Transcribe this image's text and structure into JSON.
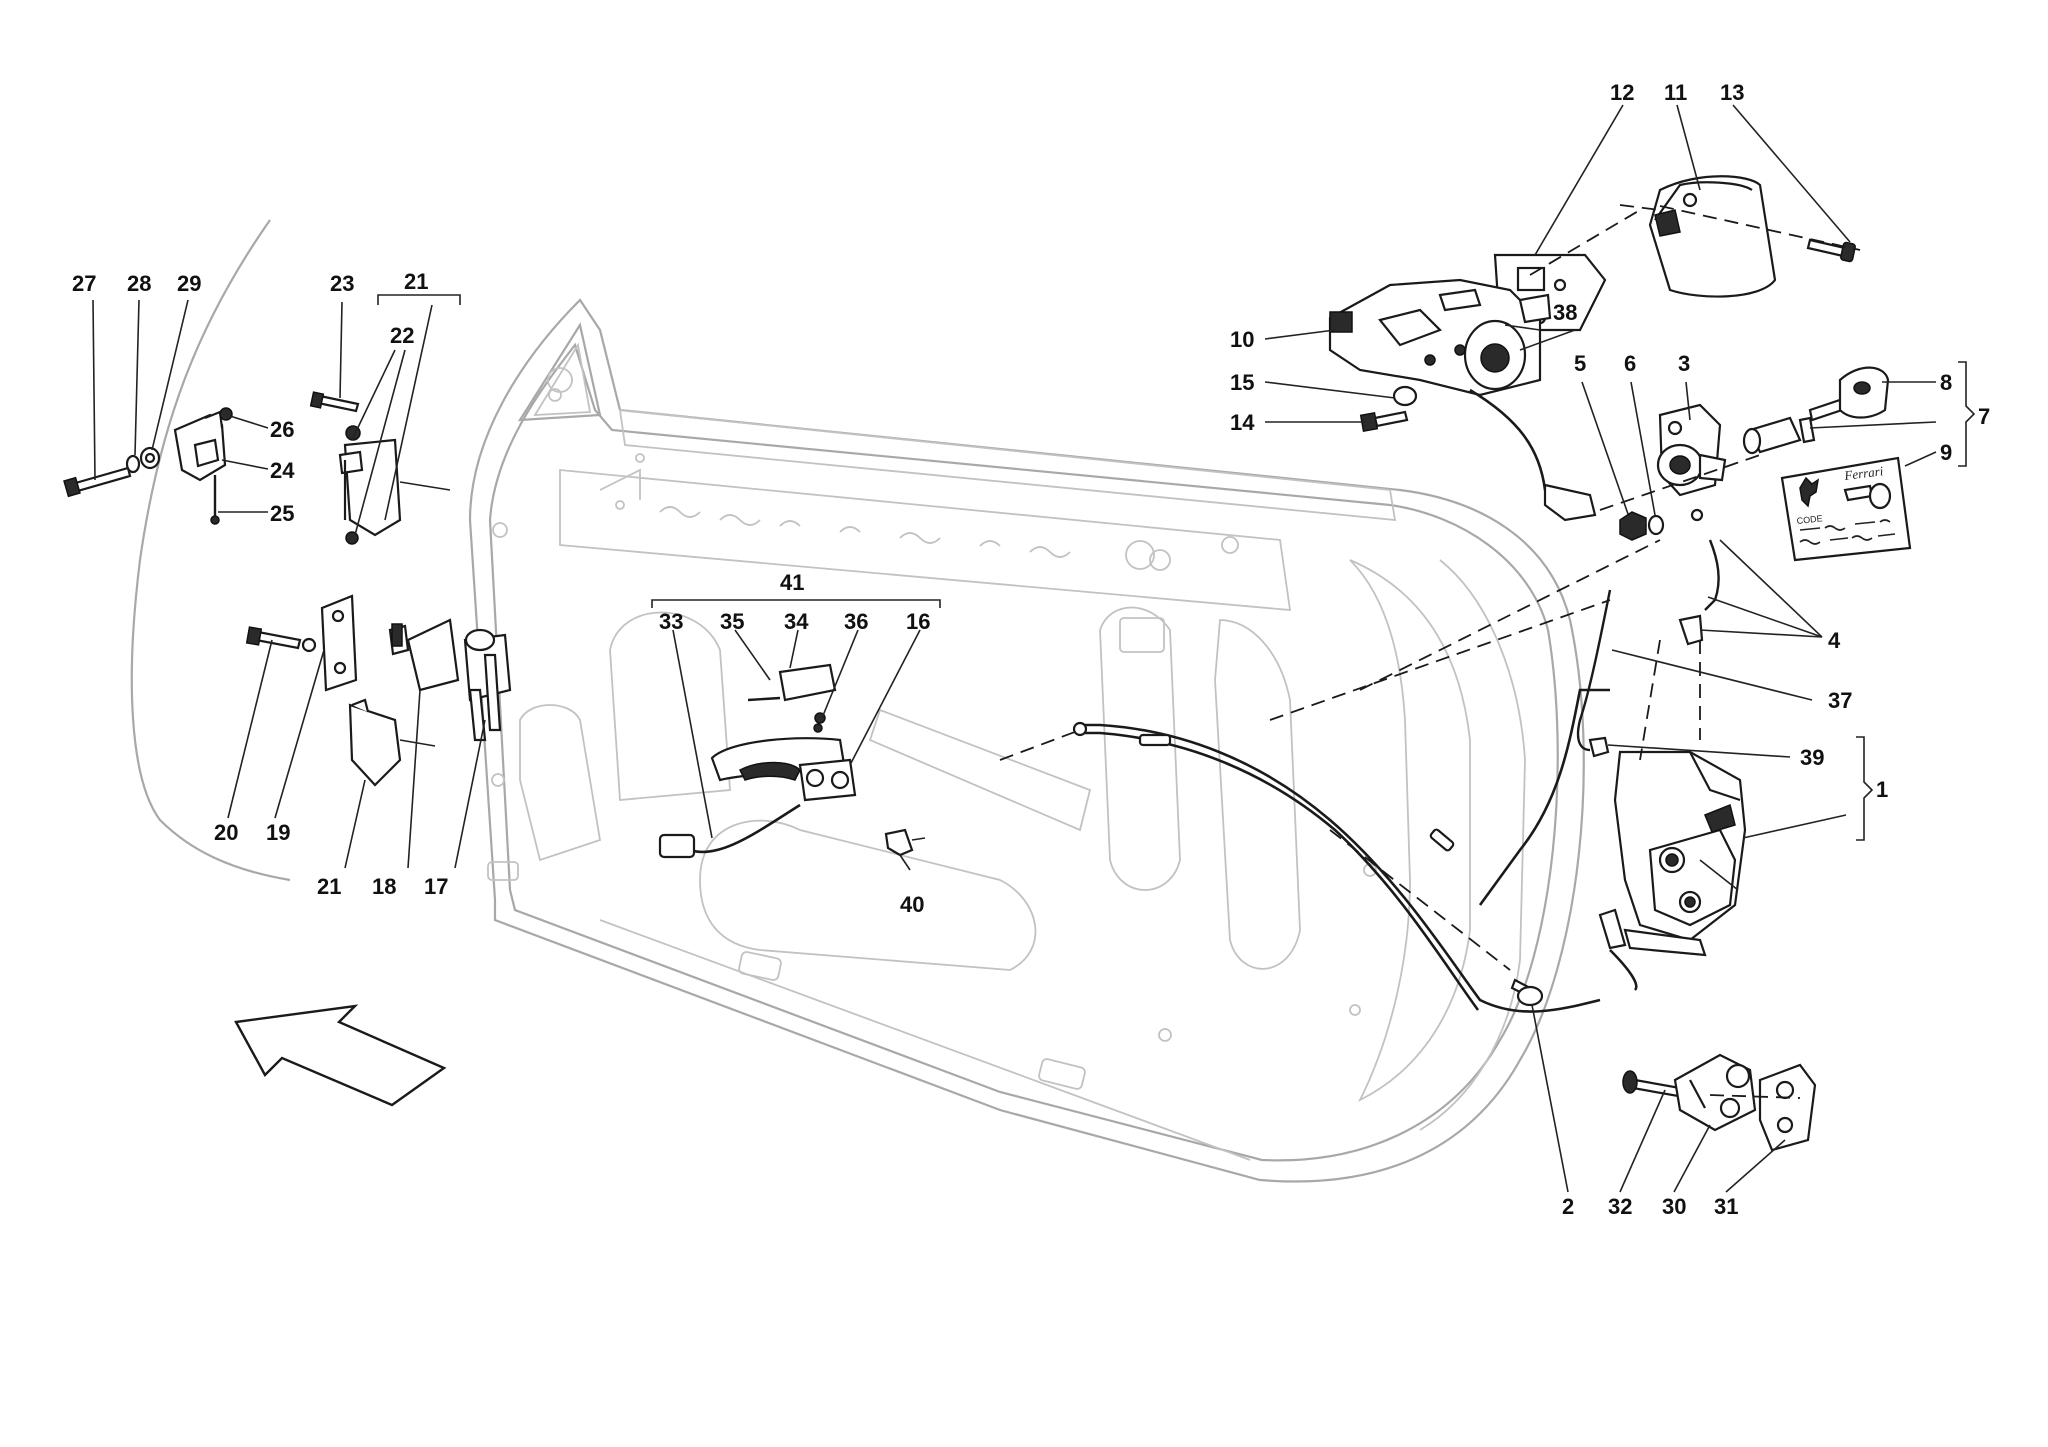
{
  "labels": {
    "l1": "1",
    "l2": "2",
    "l3": "3",
    "l4": "4",
    "l5": "5",
    "l6": "6",
    "l7": "7",
    "l8": "8",
    "l9": "9",
    "l10": "10",
    "l11": "11",
    "l12": "12",
    "l13": "13",
    "l14": "14",
    "l15": "15",
    "l16": "16",
    "l17": "17",
    "l18": "18",
    "l19": "19",
    "l20": "20",
    "l21a": "21",
    "l21b": "21",
    "l22": "22",
    "l23": "23",
    "l24": "24",
    "l25": "25",
    "l26": "26",
    "l27": "27",
    "l28": "28",
    "l29": "29",
    "l30": "30",
    "l31": "31",
    "l32": "32",
    "l33": "33",
    "l34": "34",
    "l35": "35",
    "l36": "36",
    "l37": "37",
    "l38": "38",
    "l39": "39",
    "l40": "40",
    "l41": "41"
  },
  "key_card": {
    "brand": "Ferrari",
    "code_label": "CODE"
  },
  "icons": {
    "direction_arrow": "arrow-up-left-icon",
    "prancing_horse": "prancing-horse-icon"
  }
}
